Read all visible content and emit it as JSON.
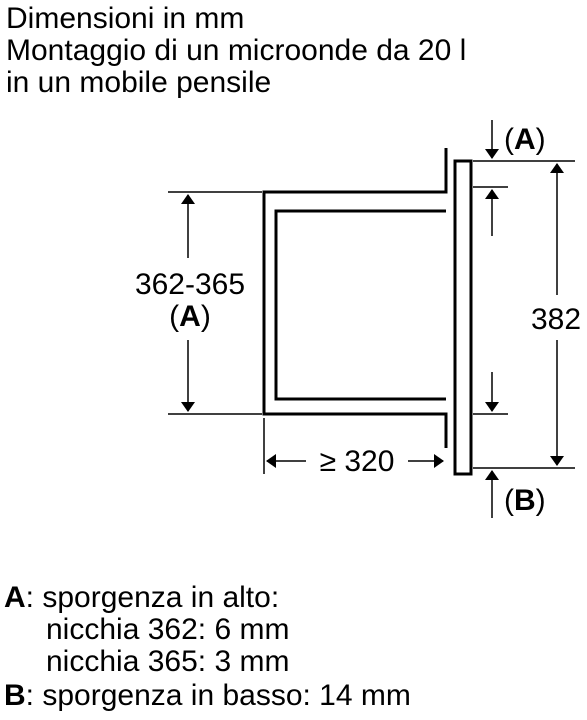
{
  "title": {
    "line1": "Dimensioni in mm",
    "line2": "Montaggio di un microonde da 20 l",
    "line3": "in un mobile pensile"
  },
  "diagram": {
    "height_label": "362-365",
    "height_ref": "A",
    "depth_label": "≥ 320",
    "total_label": "382",
    "top_label": "A",
    "bottom_label": "B"
  },
  "notes": {
    "a_key": "A",
    "a_text": ": sporgenza in alto:",
    "a_line2": "nicchia 362: 6 mm",
    "a_line3": "nicchia 365: 3 mm",
    "b_key": "B",
    "b_text": ": sporgenza in basso: 14 mm"
  }
}
